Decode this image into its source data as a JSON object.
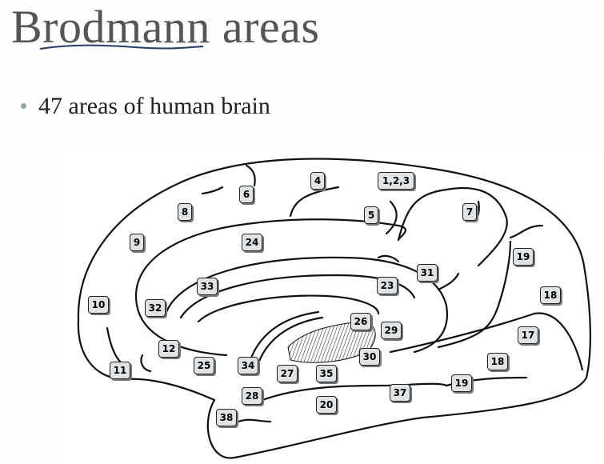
{
  "title": "Brodmann areas",
  "bullet": "47 areas of human brain",
  "areas": {
    "a4": "4",
    "a123": "1,2,3",
    "a6": "6",
    "a8": "8",
    "a5": "5",
    "a7": "7",
    "a9": "9",
    "a24": "24",
    "a31": "31",
    "a19a": "19",
    "a18a": "18",
    "a33": "33",
    "a23": "23",
    "a10": "10",
    "a32": "32",
    "a26": "26",
    "a29": "29",
    "a17": "17",
    "a12": "12",
    "a30": "30",
    "a18b": "18",
    "a11": "11",
    "a25": "25",
    "a34": "34",
    "a27": "27",
    "a35": "35",
    "a19b": "19",
    "a37": "37",
    "a28": "28",
    "a20": "20",
    "a38": "38"
  }
}
